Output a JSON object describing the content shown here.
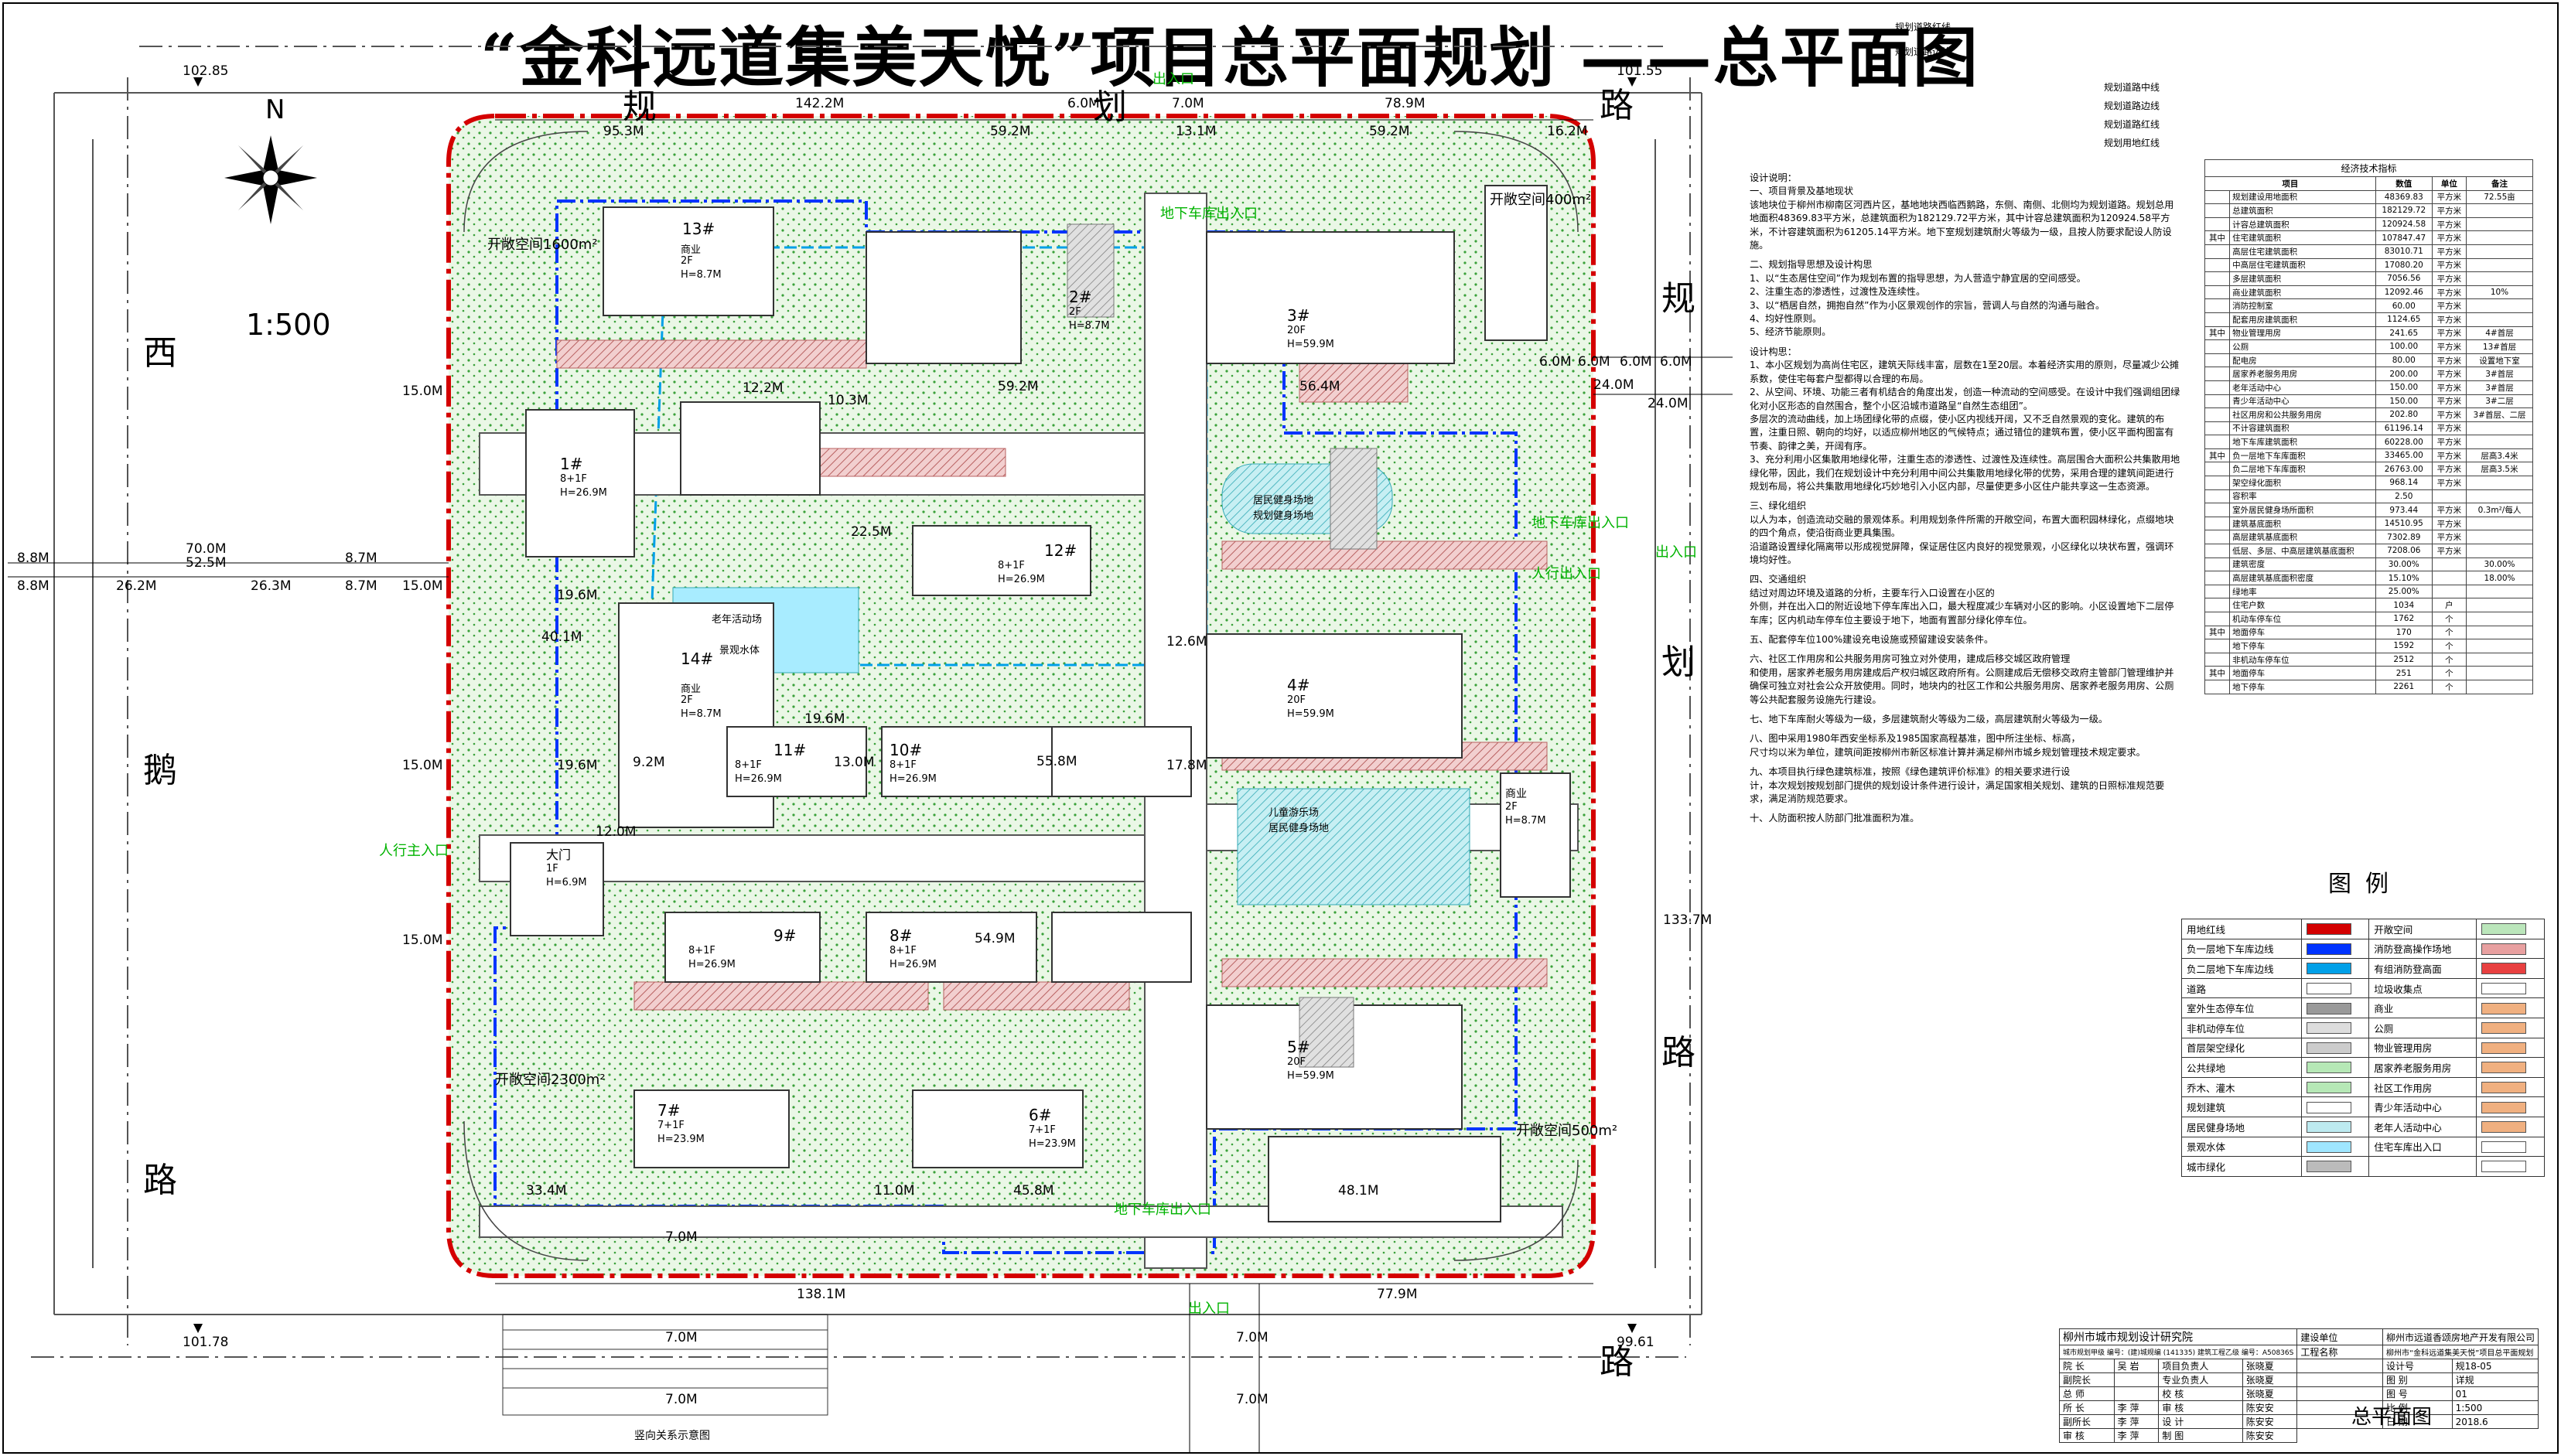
{
  "title": "“金科远道集美天悦”项目总平面规划 ——总平面图",
  "north": {
    "letter": "N",
    "scale": "1:500"
  },
  "roads": {
    "west": [
      "西",
      "鹅",
      "路"
    ],
    "north": [
      "规",
      "划",
      "路"
    ],
    "east": [
      "规",
      "划",
      "路"
    ],
    "south": [
      "路"
    ]
  },
  "elevations": {
    "nw": "102.85",
    "ne": "101.55",
    "sw": "101.78",
    "se": "99.61"
  },
  "road_line_labels": [
    "规划道路红线",
    "规划道路边线",
    "规划道路中线",
    "规划道路边线",
    "规划道路红线",
    "规划用地红线"
  ],
  "dims": {
    "top": [
      "95.3M",
      "142.2M",
      "59.2M",
      "6.0M",
      "7.0M",
      "78.9M",
      "13.1M",
      "59.2M",
      "16.2M"
    ],
    "left": [
      "8.8M",
      "70.0M",
      "52.5M",
      "8.7M",
      "8.8M",
      "26.2M",
      "26.3M",
      "8.7M",
      "15.0M",
      "15.0M",
      "15.0M",
      "15.0M"
    ],
    "right": [
      "6.0M",
      "6.0M",
      "6.0M",
      "6.0M",
      "24.0M",
      "24.0M",
      "133.7M"
    ],
    "bottom": [
      "33.4M",
      "11.0M",
      "45.8M",
      "48.1M",
      "138.1M",
      "77.9M",
      "7.0M",
      "7.0M",
      "7.0M",
      "7.0M",
      "7.0M"
    ],
    "inner": [
      "59.2M",
      "56.4M",
      "10.3M",
      "12.2M",
      "19.6M",
      "40.1M",
      "19.6M",
      "19.6M",
      "55.8M",
      "54.9M",
      "12.6M",
      "17.8M",
      "22.5M",
      "9.2M",
      "13.0M",
      "12.0M"
    ]
  },
  "buildings": [
    {
      "id": "13#",
      "sub": "商业",
      "floors": "2F",
      "h": "H=8.7M"
    },
    {
      "id": "2#",
      "sub": "",
      "floors": "2F",
      "h": "H=8.7M"
    },
    {
      "id": "3#",
      "sub": "",
      "floors": "20F",
      "h": "H=59.9M"
    },
    {
      "id": "1#",
      "sub": "",
      "floors": "8+1F",
      "h": "H=26.9M"
    },
    {
      "id": "12#",
      "sub": "",
      "floors": "8+1F",
      "h": "H=26.9M"
    },
    {
      "id": "14#",
      "sub": "商业",
      "floors": "2F",
      "h": "H=8.7M"
    },
    {
      "id": "11#",
      "sub": "",
      "floors": "8+1F",
      "h": "H=26.9M"
    },
    {
      "id": "10#",
      "sub": "",
      "floors": "8+1F",
      "h": "H=26.9M"
    },
    {
      "id": "4#",
      "sub": "",
      "floors": "20F",
      "h": "H=59.9M"
    },
    {
      "id": "9#",
      "sub": "",
      "floors": "8+1F",
      "h": "H=26.9M"
    },
    {
      "id": "8#",
      "sub": "",
      "floors": "8+1F",
      "h": "H=26.9M"
    },
    {
      "id": "5#",
      "sub": "",
      "floors": "20F",
      "h": "H=59.9M"
    },
    {
      "id": "7#",
      "sub": "",
      "floors": "7+1F",
      "h": "H=23.9M"
    },
    {
      "id": "6#",
      "sub": "",
      "floors": "7+1F",
      "h": "H=23.9M"
    },
    {
      "id": "大门",
      "sub": "",
      "floors": "1F",
      "h": "H=6.9M"
    },
    {
      "id": "商业",
      "sub": "",
      "floors": "2F",
      "h": "H=8.7M"
    }
  ],
  "open_spaces": [
    "开敞空间1600m²",
    "开敞空间400m²",
    "开敞空间2300m²",
    "开敞空间500m²"
  ],
  "entrances": [
    "出入口",
    "地下车库出入口",
    "地下车库出入口",
    "出入口",
    "人行主入口",
    "地下车库出入口",
    "出入口",
    "人行出入口"
  ],
  "features": [
    "老年活动场",
    "儿童游乐场",
    "居民健身场地",
    "居民健身场地",
    "规划健身场地",
    "景观水体"
  ],
  "hint_west_section": "竖向关系示意图",
  "notes": [
    "设计说明：",
    "一、项目背景及基地现状",
    "该地块位于柳州市柳南区河西片区，基地地块西临西鹅路，东侧、南侧、北侧均为规划道路。规划总用地面积48369.83平方米，总建筑面积为182129.72平方米，其中计容总建筑面积为120924.58平方米，不计容建筑面积为61205.14平方米。地下室规划建筑耐火等级为一级，且按人防要求配设人防设施。",
    "",
    "二、规划指导思想及设计构思",
    "1、以“生态居住空间”作为规划布置的指导思想，为人营造宁静宜居的空间感受。",
    "2、注重生态的渗透性，过渡性及连续性。",
    "3、以“栖居自然，拥抱自然”作为小区景观创作的宗旨，营调人与自然的沟通与融合。",
    "4、均好性原则。",
    "5、经济节能原则。",
    "",
    "设计构思：",
    "1、本小区规划为高尚住宅区，建筑天际线丰富，层数在1至20层。本着经济实用的原则，尽量减少公摊系数，使住宅每套户型都得以合理的布局。",
    "2、从空间、环境、功能三者有机结合的角度出发，创造一种流动的空间感受。在设计中我们强调组团绿化对小区形态的自然围合，整个小区沿城市道路呈“自然生态组团”。",
    "多层次的流动曲线，加上场团绿化带的点缀，使小区内视线开阔，又不乏自然景观的变化。建筑的布置，注重日照、朝向的均好，以适应柳州地区的气候特点；通过错位的建筑布置，使小区平面构图富有节奏、韵律之美，开阔有序。",
    "3、充分利用小区集散用地绿化带，注重生态的渗透性、过渡性及连续性。高层围合大面积公共集散用地绿化带，因此，我们在规划设计中充分利用中间公共集散用地绿化带的优势，采用合理的建筑间距进行规划布局，将公共集散用地绿化巧妙地引入小区内部，尽量使更多小区住户能共享这一生态资源。",
    "",
    "三、绿化组织",
    "以人为本，创造流动交融的景观体系。利用规划条件所需的开敞空间，布置大面积园林绿化，点缀地块的四个角点，使沿街商业更具集围。",
    "沿道路设置绿化隔离带以形成视觉屏障，保证居住区内良好的视觉景观，小区绿化以块状布置，强调环境均好性。",
    "",
    "四、交通组织",
    "结过对周边环境及道路的分析，主要车行入口设置在小区的",
    "外侧，并在出入口的附近设地下停车库出入口，最大程度减少车辆对小区的影响。小区设置地下二层停车库；区内机动车停车位主要设于地下，地面有置部分绿化停车位。",
    "",
    "五、配套停车位100%建设充电设施或预留建设安装条件。",
    "",
    "六、社区工作用房和公共服务用房可独立对外使用，建成后移交城区政府管理",
    "和使用，居家养老服务用房建成后产权归城区政府所有。公厕建成后无偿移交政府主管部门管理维护并确保可独立对社会公众开放使用。同时，地块内的社区工作和公共服务用房、居家养老服务用房、公厕等公共配套服务设施先行建设。",
    "",
    "七、地下车库耐火等级为一级，多层建筑耐火等级为二级，高层建筑耐火等级为一级。",
    "",
    "八、图中采用1980年西安坐标系及1985国家高程基准，图中所注坐标、标高，",
    "尺寸均以米为单位，建筑间距按柳州市新区标准计算并满足柳州市城乡规划管理技术规定要求。",
    "",
    "九、本项目执行绿色建筑标准，按照《绿色建筑评价标准》的相关要求进行设",
    "计，本次规划按规划部门提供的规划设计条件进行设计，满足国家相关规划、建筑的日照标准规范要求，满足消防规范要求。",
    "",
    "十、人防面积按人防部门批准面积为准。"
  ],
  "econ_table": {
    "caption": "经济技术指标",
    "headers": [
      "项目",
      "数值",
      "单位",
      "备注"
    ],
    "rows": [
      [
        "",
        "规划建设用地面积",
        "48369.83",
        "平方米",
        "72.55亩"
      ],
      [
        "",
        "总建筑面积",
        "182129.72",
        "平方米",
        ""
      ],
      [
        "",
        "计容总建筑面积",
        "120924.58",
        "平方米",
        ""
      ],
      [
        "其中",
        "住宅建筑面积",
        "107847.47",
        "平方米",
        ""
      ],
      [
        "",
        "高层住宅建筑面积",
        "83010.71",
        "平方米",
        ""
      ],
      [
        "",
        "中高层住宅建筑面积",
        "17080.20",
        "平方米",
        ""
      ],
      [
        "",
        "多层建筑面积",
        "7056.56",
        "平方米",
        ""
      ],
      [
        "",
        "商业建筑面积",
        "12092.46",
        "平方米",
        "10%"
      ],
      [
        "",
        "消防控制室",
        "60.00",
        "平方米",
        ""
      ],
      [
        "",
        "配套用房建筑面积",
        "1124.65",
        "平方米",
        ""
      ],
      [
        "其中",
        "物业管理用房",
        "241.65",
        "平方米",
        "4#首层"
      ],
      [
        "",
        "公厕",
        "100.00",
        "平方米",
        "13#首层"
      ],
      [
        "",
        "配电房",
        "80.00",
        "平方米",
        "设置地下室"
      ],
      [
        "",
        "居家养老服务用房",
        "200.00",
        "平方米",
        "3#首层"
      ],
      [
        "",
        "老年活动中心",
        "150.00",
        "平方米",
        "3#首层"
      ],
      [
        "",
        "青少年活动中心",
        "150.00",
        "平方米",
        "3#二层"
      ],
      [
        "",
        "社区用房和公共服务用房",
        "202.80",
        "平方米",
        "3#首层、二层"
      ],
      [
        "",
        "不计容建筑面积",
        "61196.14",
        "平方米",
        ""
      ],
      [
        "",
        "地下车库建筑面积",
        "60228.00",
        "平方米",
        ""
      ],
      [
        "其中",
        "负一层地下车库面积",
        "33465.00",
        "平方米",
        "层高3.4米"
      ],
      [
        "",
        "负二层地下车库面积",
        "26763.00",
        "平方米",
        "层高3.5米"
      ],
      [
        "",
        "架空绿化面积",
        "968.14",
        "平方米",
        ""
      ],
      [
        "",
        "容积率",
        "2.50",
        "",
        ""
      ],
      [
        "",
        "室外居民健身场所面积",
        "973.44",
        "平方米",
        "0.3m²/每人"
      ],
      [
        "",
        "建筑基底面积",
        "14510.95",
        "平方米",
        ""
      ],
      [
        "",
        "高层建筑基底面积",
        "7302.89",
        "平方米",
        ""
      ],
      [
        "",
        "低层、多层、中高层建筑基底面积",
        "7208.06",
        "平方米",
        ""
      ],
      [
        "",
        "建筑密度",
        "30.00%",
        "",
        "30.00%"
      ],
      [
        "",
        "高层建筑基底面积密度",
        "15.10%",
        "",
        "18.00%"
      ],
      [
        "",
        "绿地率",
        "25.00%",
        "",
        ""
      ],
      [
        "",
        "住宅户数",
        "1034",
        "户",
        ""
      ],
      [
        "",
        "机动车停车位",
        "1762",
        "个",
        ""
      ],
      [
        "其中",
        "地面停车",
        "170",
        "个",
        ""
      ],
      [
        "",
        "地下停车",
        "1592",
        "个",
        ""
      ],
      [
        "",
        "非机动车停车位",
        "2512",
        "个",
        ""
      ],
      [
        "其中",
        "地面停车",
        "251",
        "个",
        ""
      ],
      [
        "",
        "地下停车",
        "2261",
        "个",
        ""
      ]
    ]
  },
  "legend_title": "图例",
  "legend": [
    [
      "用地红线",
      "#d40000",
      "开敞空间",
      "#bbe6bb"
    ],
    [
      "负一层地下车库边线",
      "#0033ff",
      "消防登高操作场地",
      "#e8a0a0"
    ],
    [
      "负二层地下车库边线",
      "#00a0e8",
      "有组消防登高面",
      "#e84040"
    ],
    [
      "道路",
      "#ffffff",
      "垃圾收集点",
      "#ffffff"
    ],
    [
      "室外生态停车位",
      "#999999",
      "商业",
      "#f0b080"
    ],
    [
      "非机动停车位",
      "#dddddd",
      "公厕",
      "#f0b080"
    ],
    [
      "首层架空绿化",
      "#cccccc",
      "物业管理用房",
      "#f0b080"
    ],
    [
      "公共绿地",
      "#b6e8b6",
      "居家养老服务用房",
      "#f0b080"
    ],
    [
      "乔木、灌木",
      "#b6e8b6",
      "社区工作用房",
      "#f0b080"
    ],
    [
      "规划建筑",
      "#ffffff",
      "青少年活动中心",
      "#f0b080"
    ],
    [
      "居民健身场地",
      "#bdeaf0",
      "老年人活动中心",
      "#f0b080"
    ],
    [
      "景观水体",
      "#9fe6ff",
      "住宅车库出入口",
      "#ffffff"
    ],
    [
      "城市绿化",
      "#bbbbbb",
      "",
      "#ffffff"
    ]
  ],
  "title_block": {
    "institute": "柳州市城市规划设计研究院",
    "cert": "城市规划甲级 编号：(建)城规编 (141335)   建筑工程乙级 编号：A50836S",
    "client_label": "建设单位",
    "client": "柳州市远道香颂房地产开发有限公司",
    "project_label": "工程名称",
    "project": "柳州市“金科远道集美天悦”项目总平面规划",
    "roles": [
      [
        "院 长",
        "吴 岩",
        "项目负责人",
        "张晓夏"
      ],
      [
        "副院长",
        "",
        "专业负责人",
        "张晓夏"
      ],
      [
        "总 师",
        "",
        "校 核",
        "张晓夏"
      ],
      [
        "所 长",
        "李 萍",
        "审 核",
        "陈安安"
      ],
      [
        "副所长",
        "李 萍",
        "设 计",
        "陈安安"
      ],
      [
        "审 核",
        "李 萍",
        "制 图",
        "陈安安"
      ]
    ],
    "meta": [
      [
        "设计号",
        "规18-05"
      ],
      [
        "图 别",
        "详规"
      ],
      [
        "图 号",
        "01"
      ],
      [
        "比 例",
        "1:500"
      ],
      [
        "日 期",
        "2018.6"
      ]
    ],
    "drawing_name": "总平面图"
  }
}
